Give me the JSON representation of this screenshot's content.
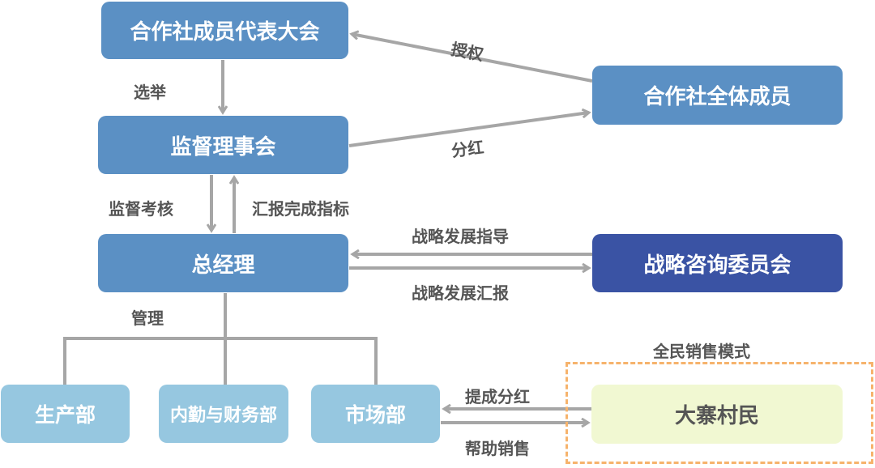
{
  "nodes": {
    "assembly": "合作社成员代表大会",
    "all_members": "合作社全体成员",
    "supervisory_board": "监督理事会",
    "general_manager": "总经理",
    "strategy_committee": "战略咨询委员会",
    "production": "生产部",
    "admin_finance": "内勤与财务部",
    "marketing": "市场部",
    "villagers": "大寨村民"
  },
  "edges": {
    "authorize": "授权",
    "elect": "选举",
    "dividend": "分红",
    "supervise": "监督考核",
    "report_targets": "汇报完成指标",
    "strategy_guidance": "战略发展指导",
    "strategy_report": "战略发展汇报",
    "manage": "管理",
    "commission": "提成分红",
    "help_sales": "帮助销售"
  },
  "group": {
    "title": "全民销售模式"
  },
  "colors": {
    "node_blue": "#5b90c4",
    "node_navy": "#3a53a4",
    "node_light": "#96c7e0",
    "node_villager": "#f1f8d2",
    "arrow": "#a6a6a6",
    "dash_border": "#f6b36c",
    "label_text": "#555555"
  }
}
